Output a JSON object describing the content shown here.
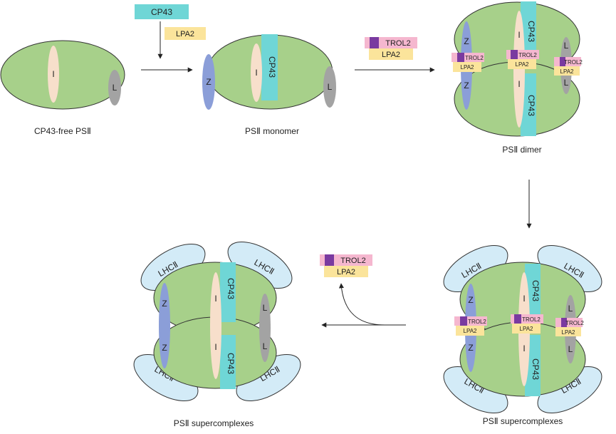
{
  "colors": {
    "core": "#a7d08a",
    "lhc": "#d3ebf7",
    "cp43": "#6fd6d6",
    "lpa2": "#fbe49b",
    "trol2_pink": "#f5b7cf",
    "trol2_purple": "#7a3aa0",
    "subunit_i": "#f7dfcb",
    "subunit_z": "#8b9ed8",
    "subunit_l": "#a3a3a3",
    "outline": "#333333"
  },
  "icons": {
    "trol2": "purple-square-icon",
    "arrow": "arrow-icon"
  },
  "labels": {
    "cp43_free": "CP43-free PSⅡ",
    "monomer": "PSⅡ monomer",
    "dimer": "PSⅡ dimer",
    "super_right": "PSⅡ supercomplexes",
    "super_left": "PSⅡ supercomplexes"
  },
  "factors": {
    "cp43": "CP43",
    "lpa2": "LPA2",
    "trol2": "TROL2"
  },
  "subunits": {
    "i": "I",
    "z": "Z",
    "l": "L",
    "lhc": "LHCⅡ"
  }
}
